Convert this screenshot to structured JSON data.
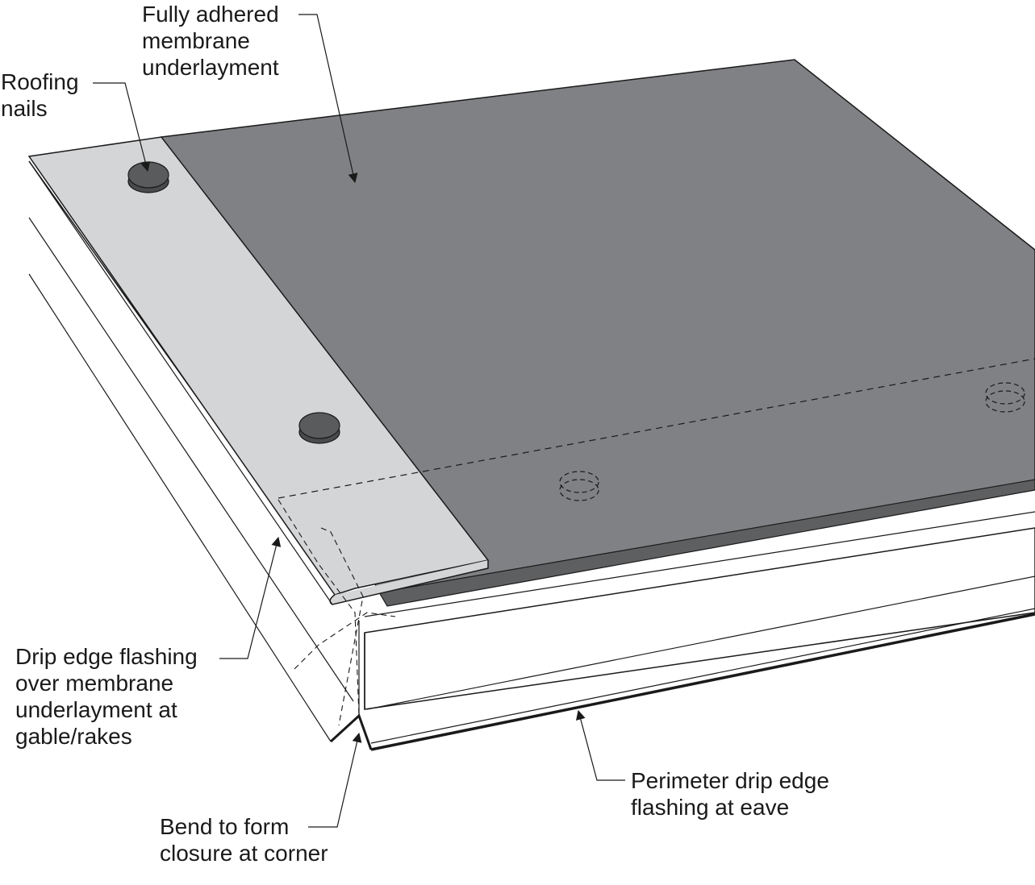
{
  "figure": {
    "colors": {
      "membrane": "#808184",
      "membrane_edge": "#5e5f61",
      "flashing": "#d4d5d7",
      "nail": "#5a5b5d",
      "line": "#1a1a1a",
      "background": "#ffffff"
    },
    "labels": {
      "membrane": [
        "Fully adhered",
        "membrane",
        "underlayment"
      ],
      "nails": [
        "Roofing",
        "nails"
      ],
      "rake_flashing": [
        "Drip edge flashing",
        "over membrane",
        "underlayment at",
        "gable/rakes"
      ],
      "eave_flashing": [
        "Perimeter drip edge",
        "flashing at eave"
      ],
      "corner_bend": [
        "Bend to form",
        "closure at corner"
      ]
    }
  }
}
